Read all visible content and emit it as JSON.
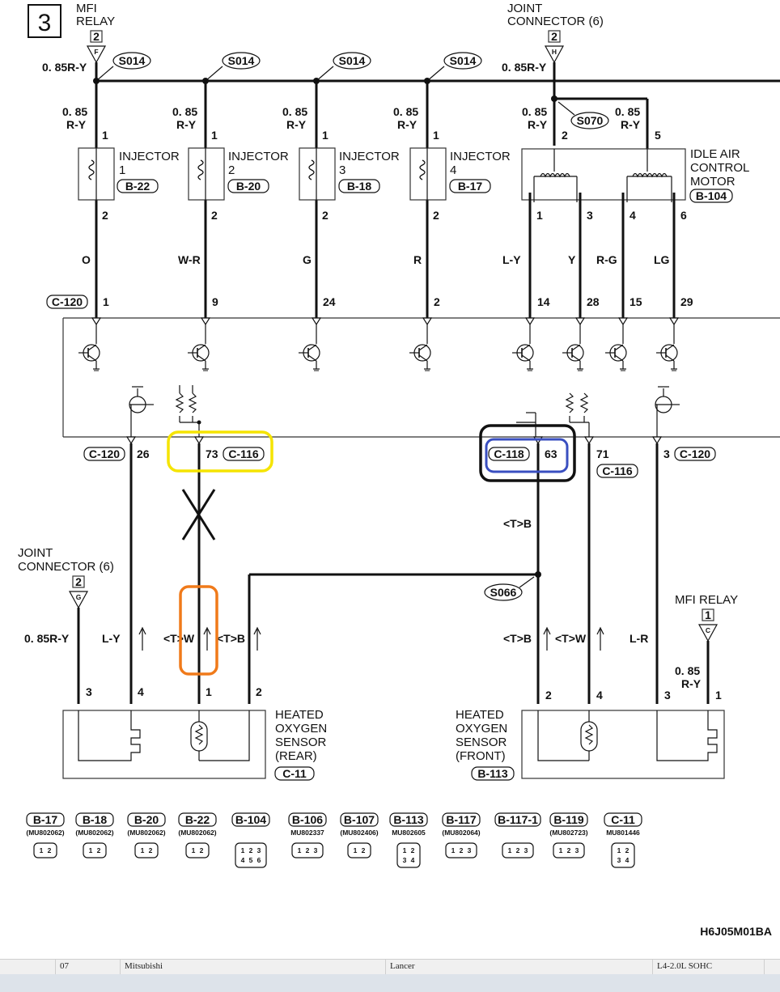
{
  "page": {
    "number": "3",
    "diagram_code": "H6J05M01BA"
  },
  "top": {
    "mfi_relay_label": [
      "MFI",
      "RELAY"
    ],
    "mfi_relay_pin": "2",
    "mfi_relay_term": "F",
    "joint_connector_label": [
      "JOINT",
      "CONNECTOR (6)"
    ],
    "joint_connector_pin": "2",
    "joint_connector_term": "H",
    "bus_wire_left": "0. 85R-Y",
    "bus_wire_right": "0. 85R-Y",
    "splices": [
      "S014",
      "S014",
      "S014",
      "S014"
    ],
    "splice_iac": "S070"
  },
  "injectors": [
    {
      "name": "INJECTOR",
      "num": "1",
      "connector": "B-22",
      "wire_size": "0. 85",
      "wire_color_top": "R-Y",
      "pin_top": "1",
      "pin_bottom": "2",
      "wire_color": "O",
      "ecu_pin": "1"
    },
    {
      "name": "INJECTOR",
      "num": "2",
      "connector": "B-20",
      "wire_size": "0. 85",
      "wire_color_top": "R-Y",
      "pin_top": "1",
      "pin_bottom": "2",
      "wire_color": "W-R",
      "ecu_pin": "9"
    },
    {
      "name": "INJECTOR",
      "num": "3",
      "connector": "B-18",
      "wire_size": "0. 85",
      "wire_color_top": "R-Y",
      "pin_top": "1",
      "pin_bottom": "2",
      "wire_color": "G",
      "ecu_pin": "24"
    },
    {
      "name": "INJECTOR",
      "num": "4",
      "connector": "B-17",
      "wire_size": "0. 85",
      "wire_color_top": "R-Y",
      "pin_top": "1",
      "pin_bottom": "2",
      "wire_color": "R",
      "ecu_pin": "2"
    }
  ],
  "iac": {
    "name": [
      "IDLE AIR",
      "CONTROL",
      "MOTOR"
    ],
    "connector": "B-104",
    "top_pins": [
      "2",
      "5"
    ],
    "wire_sizes": [
      "0. 85",
      "0. 85"
    ],
    "wire_colors_top": [
      "R-Y",
      "R-Y"
    ],
    "bottom_pins": [
      "1",
      "3",
      "4",
      "6"
    ],
    "wire_colors": [
      "L-Y",
      "Y",
      "R-G",
      "LG"
    ],
    "ecu_pins": [
      "14",
      "28",
      "15",
      "29"
    ]
  },
  "ecu": {
    "top_connector": "C-120",
    "bottom": [
      {
        "connector": "C-120",
        "pin": "26"
      },
      {
        "connector": "C-116",
        "pin": "73"
      },
      {
        "connector": "C-118",
        "pin": "63"
      },
      {
        "connector": "C-116",
        "pin": "71"
      },
      {
        "connector": "C-120",
        "pin": "3"
      }
    ]
  },
  "lower": {
    "joint_connector_label": [
      "JOINT",
      "CONNECTOR (6)"
    ],
    "joint_connector_pin": "2",
    "joint_connector_term": "G",
    "mfi_relay_label": "MFI RELAY",
    "mfi_relay_pin": "1",
    "mfi_relay_term": "C",
    "splice": "S066",
    "wire_labels": {
      "w1": "0. 85R-Y",
      "w2": "L-Y",
      "w3": "<T>W",
      "w4": "<T>B",
      "w5": "<T>B",
      "w6": "<T>B",
      "w7": "<T>W",
      "w8": "L-R",
      "w9_size": "0. 85",
      "w9_color": "R-Y"
    },
    "rear_pins": [
      "3",
      "4",
      "1",
      "2"
    ],
    "front_pins": [
      "2",
      "4",
      "3",
      "1"
    ]
  },
  "sensors": {
    "rear": {
      "label": [
        "HEATED",
        "OXYGEN",
        "SENSOR",
        "(REAR)"
      ],
      "connector": "C-11"
    },
    "front": {
      "label": [
        "HEATED",
        "OXYGEN",
        "SENSOR",
        "(FRONT)"
      ],
      "connector": "B-113"
    }
  },
  "legend": [
    {
      "code": "B-17",
      "part": "(MU802062)",
      "pins": [
        "1",
        "2"
      ]
    },
    {
      "code": "B-18",
      "part": "(MU802062)",
      "pins": [
        "1",
        "2"
      ]
    },
    {
      "code": "B-20",
      "part": "(MU802062)",
      "pins": [
        "1",
        "2"
      ]
    },
    {
      "code": "B-22",
      "part": "(MU802062)",
      "pins": [
        "1",
        "2"
      ]
    },
    {
      "code": "B-104",
      "part": "",
      "pins": [
        "1",
        "2",
        "3",
        "4",
        "5",
        "6"
      ]
    },
    {
      "code": "B-106",
      "part": "MU802337",
      "pins": [
        "1",
        "2",
        "3"
      ]
    },
    {
      "code": "B-107",
      "part": "(MU802406)",
      "pins": [
        "1",
        "2"
      ]
    },
    {
      "code": "B-113",
      "part": "MU802605",
      "pins": [
        "1",
        "2",
        "3",
        "4"
      ]
    },
    {
      "code": "B-117",
      "part": "(MU802064)",
      "pins": [
        "1",
        "2",
        "3"
      ]
    },
    {
      "code": "B-117-1",
      "part": "",
      "pins": [
        "1",
        "2",
        "3"
      ]
    },
    {
      "code": "B-119",
      "part": "(MU802723)",
      "pins": [
        "1",
        "2",
        "3"
      ]
    },
    {
      "code": "C-11",
      "part": "MU801446",
      "pins": [
        "1",
        "2",
        "3",
        "4"
      ]
    }
  ],
  "status_bar": {
    "col1": "07",
    "col2": "Mitsubishi",
    "col3": "Lancer",
    "col4": "L4-2.0L SOHC"
  },
  "highlight_colors": {
    "yellow": "#f5e400",
    "blue": "#3a4fc0",
    "black": "#111111",
    "orange": "#f07a1a"
  }
}
